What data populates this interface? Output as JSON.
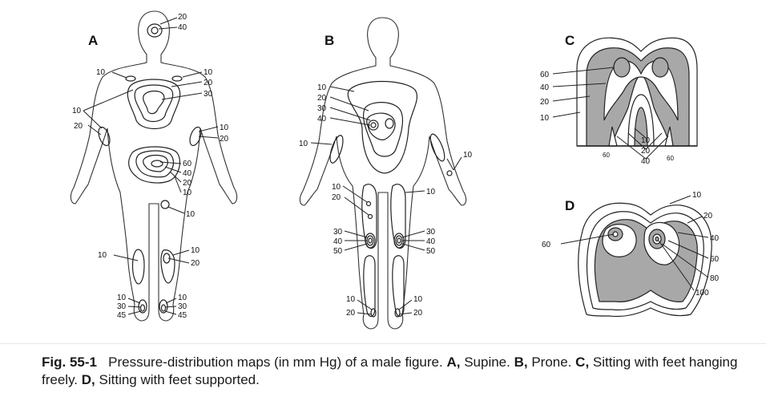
{
  "panels": {
    "a": {
      "letter": "A",
      "labels": {
        "head_20": "20",
        "head_40": "40",
        "shoulder_l_10": "10",
        "shoulder_r_10": "10",
        "back_r_20": "20",
        "back_r_30": "30",
        "back_l_10": "10",
        "arm_l_20": "20",
        "arm_r_10": "10",
        "arm_r_20": "20",
        "pelvis_60": "60",
        "pelvis_40": "40",
        "pelvis_20": "20",
        "pelvis_10": "10",
        "hand_10": "10",
        "calf_l_10": "10",
        "calf_r_10": "10",
        "calf_r_20": "20",
        "heel_l_10": "10",
        "heel_l_30": "30",
        "heel_l_45": "45",
        "heel_r_10": "10",
        "heel_r_30": "30",
        "heel_r_45": "45"
      }
    },
    "b": {
      "letter": "B",
      "labels": {
        "chest_10": "10",
        "chest_20": "20",
        "chest_30": "30",
        "chest_40": "40",
        "arm_l_10": "10",
        "hand_r_10": "10",
        "thigh_l_10": "10",
        "thigh_l_20": "20",
        "thigh_r_10": "10",
        "knee_l_30": "30",
        "knee_l_40": "40",
        "knee_l_50": "50",
        "knee_r_30": "30",
        "knee_r_40": "40",
        "knee_r_50": "50",
        "toe_l_10": "10",
        "toe_l_20": "20",
        "toe_r_10": "10",
        "toe_r_20": "20"
      }
    },
    "c": {
      "letter": "C",
      "labels": {
        "l60": "60",
        "l40": "40",
        "l20": "20",
        "l10": "10",
        "b10": "10",
        "b20": "20",
        "b40": "40",
        "b60_left": "60",
        "b60_right": "60"
      }
    },
    "d": {
      "letter": "D",
      "labels": {
        "t10": "10",
        "t20": "20",
        "t40": "40",
        "t60": "60",
        "t80": "80",
        "t100": "100",
        "l60": "60"
      }
    }
  },
  "caption": {
    "fig_label": "Fig. 55-1",
    "text_1": "Pressure-distribution maps (in mm Hg) of a male figure.",
    "a_letter": "A,",
    "a_text": "Supine.",
    "b_letter": "B,",
    "b_text": "Prone.",
    "c_letter": "C,",
    "c_text": "Sitting with feet hanging freely.",
    "d_letter": "D,",
    "d_text": "Sitting with feet supported."
  },
  "colors": {
    "contour_fill": "#a8a8a8",
    "line": "#222222"
  }
}
